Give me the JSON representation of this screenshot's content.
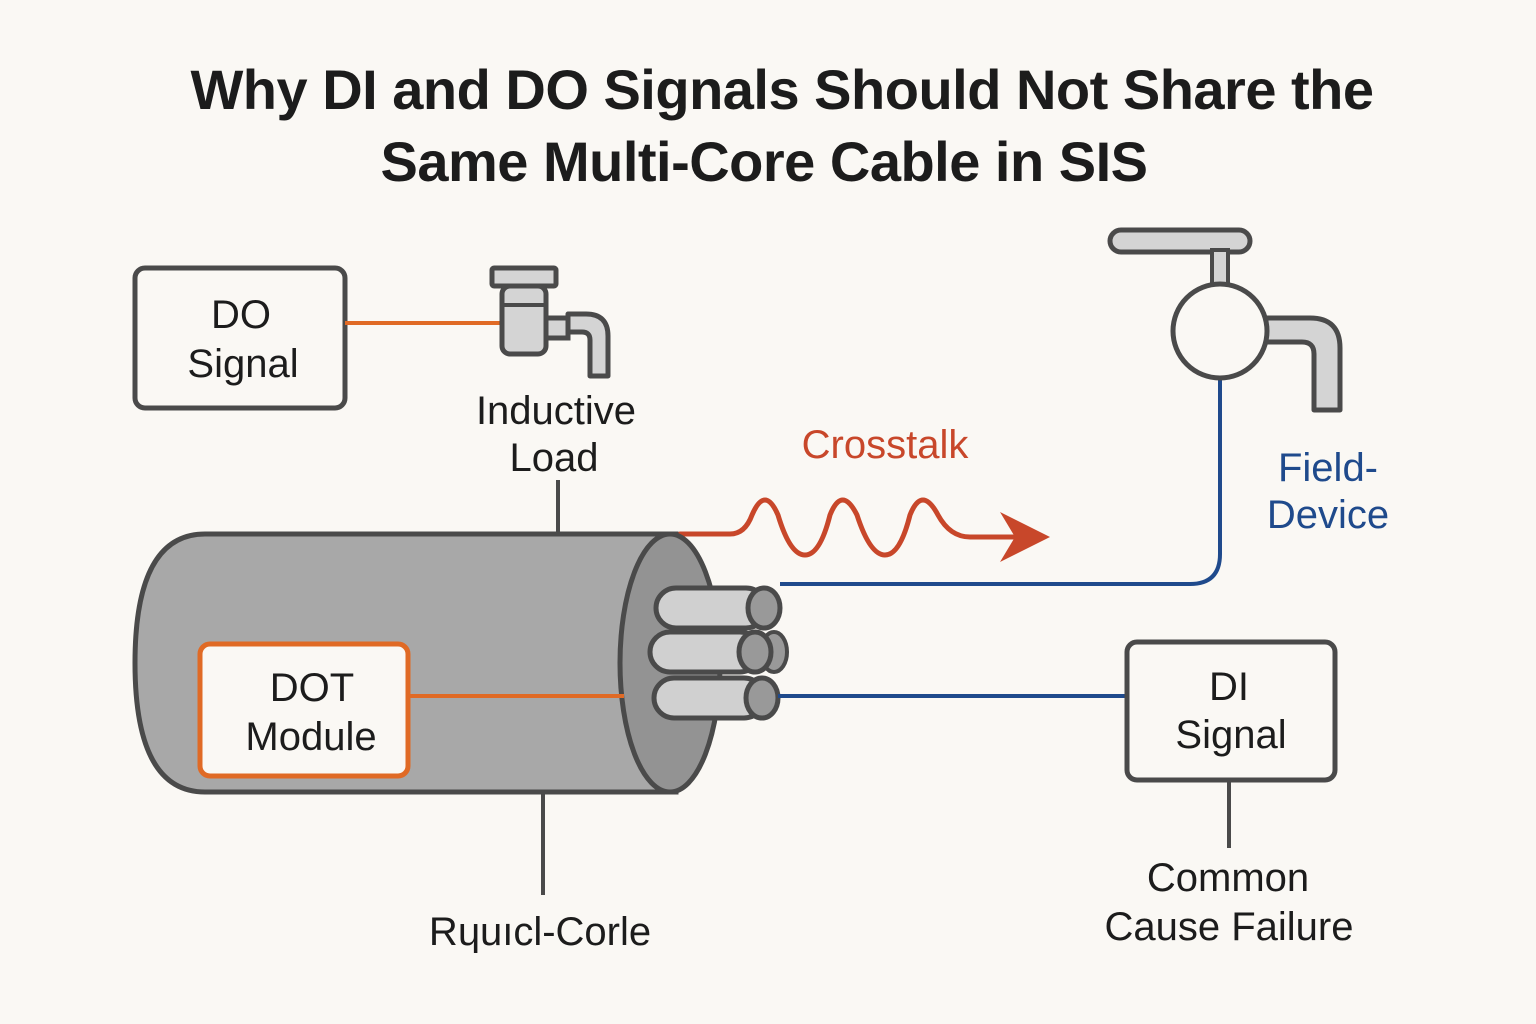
{
  "title": {
    "line1": "Why DI and DO Signals Should Not Share the",
    "line2": "Same Multi-Core Cable in SIS"
  },
  "nodes": {
    "do_signal": {
      "line1": "DO",
      "line2": "Signal"
    },
    "inductive_load": {
      "line1": "Inductive",
      "line2": "Load",
      "icon": "valve-icon"
    },
    "dot_module": {
      "line1": "DOT",
      "line2": "Module"
    },
    "multi_core": {
      "label": "Rɥuıcl-Corle"
    },
    "crosstalk": {
      "label": "Crosstalk",
      "icon": "wave-arrow-icon"
    },
    "field_device": {
      "line1": "Field-",
      "line2": "Device",
      "icon": "valve-icon"
    },
    "di_signal": {
      "line1": "DI",
      "line2": "Signal"
    },
    "ccf": {
      "line1": "Common",
      "line2": "Cause Failure"
    }
  },
  "colors": {
    "background": "#faf8f4",
    "do_line": "#e06a25",
    "di_line": "#1f4a8c",
    "crosstalk": "#c8472a",
    "outline": "#4a4a4a",
    "cable_fill": "#a8a8a8"
  }
}
